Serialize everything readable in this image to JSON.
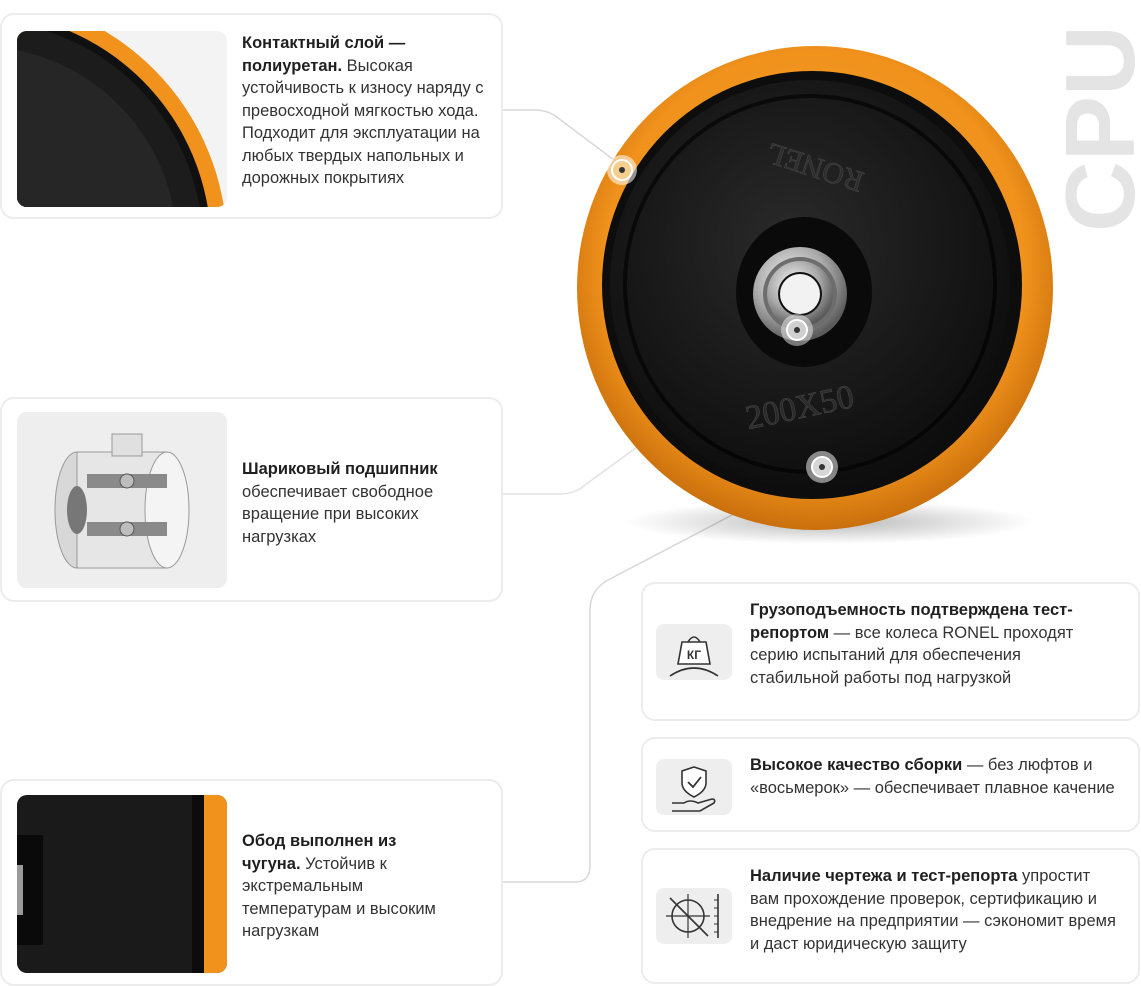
{
  "watermark": "CPU",
  "wheel": {
    "brand_marking": "RONEL",
    "size_marking": "200X50"
  },
  "features": [
    {
      "bold": "Контактный слой — полиуретан.",
      "text": " Высокая устойчивость к износу наряду с превосходной мягкостью хода. Подходит для эксплуатации на любых твердых напольных и дорожных покрытиях",
      "image": "polyurethane-tread-closeup"
    },
    {
      "bold": "Шариковый подшипник",
      "text": " обеспечивает свободное вращение при высоких нагрузках",
      "image": "ball-bearing-cutaway"
    },
    {
      "bold": "Обод выполнен из чугуна.",
      "text": " Устойчив к экстремальным температурам и высоким нагрузкам",
      "image": "cast-iron-rim-closeup"
    }
  ],
  "benefits": [
    {
      "icon": "weight-kg-icon",
      "icon_label": "КГ",
      "bold": "Грузоподъемность подтверждена тест-репортом",
      "text": " — все колеса RONEL проходят серию испытаний для обеспечения стабильной работы под нагрузкой"
    },
    {
      "icon": "quality-shield-hand-icon",
      "bold": "Высокое качество сборки",
      "text": " — без люфтов и «восьмерок» — обеспечивает плавное качение"
    },
    {
      "icon": "drawing-blueprint-icon",
      "bold": "Наличие чертежа и тест-репорта",
      "text": " упростит вам прохождение проверок, сертификацию и внедрение на предприятии — сэкономит время и даст юридическую защиту"
    }
  ],
  "colors": {
    "polyurethane": "#f0921c",
    "cast_iron": "#161616",
    "card_border": "#ececec",
    "icon_bg": "#eeeeee",
    "watermark": "#e6e6e6"
  }
}
